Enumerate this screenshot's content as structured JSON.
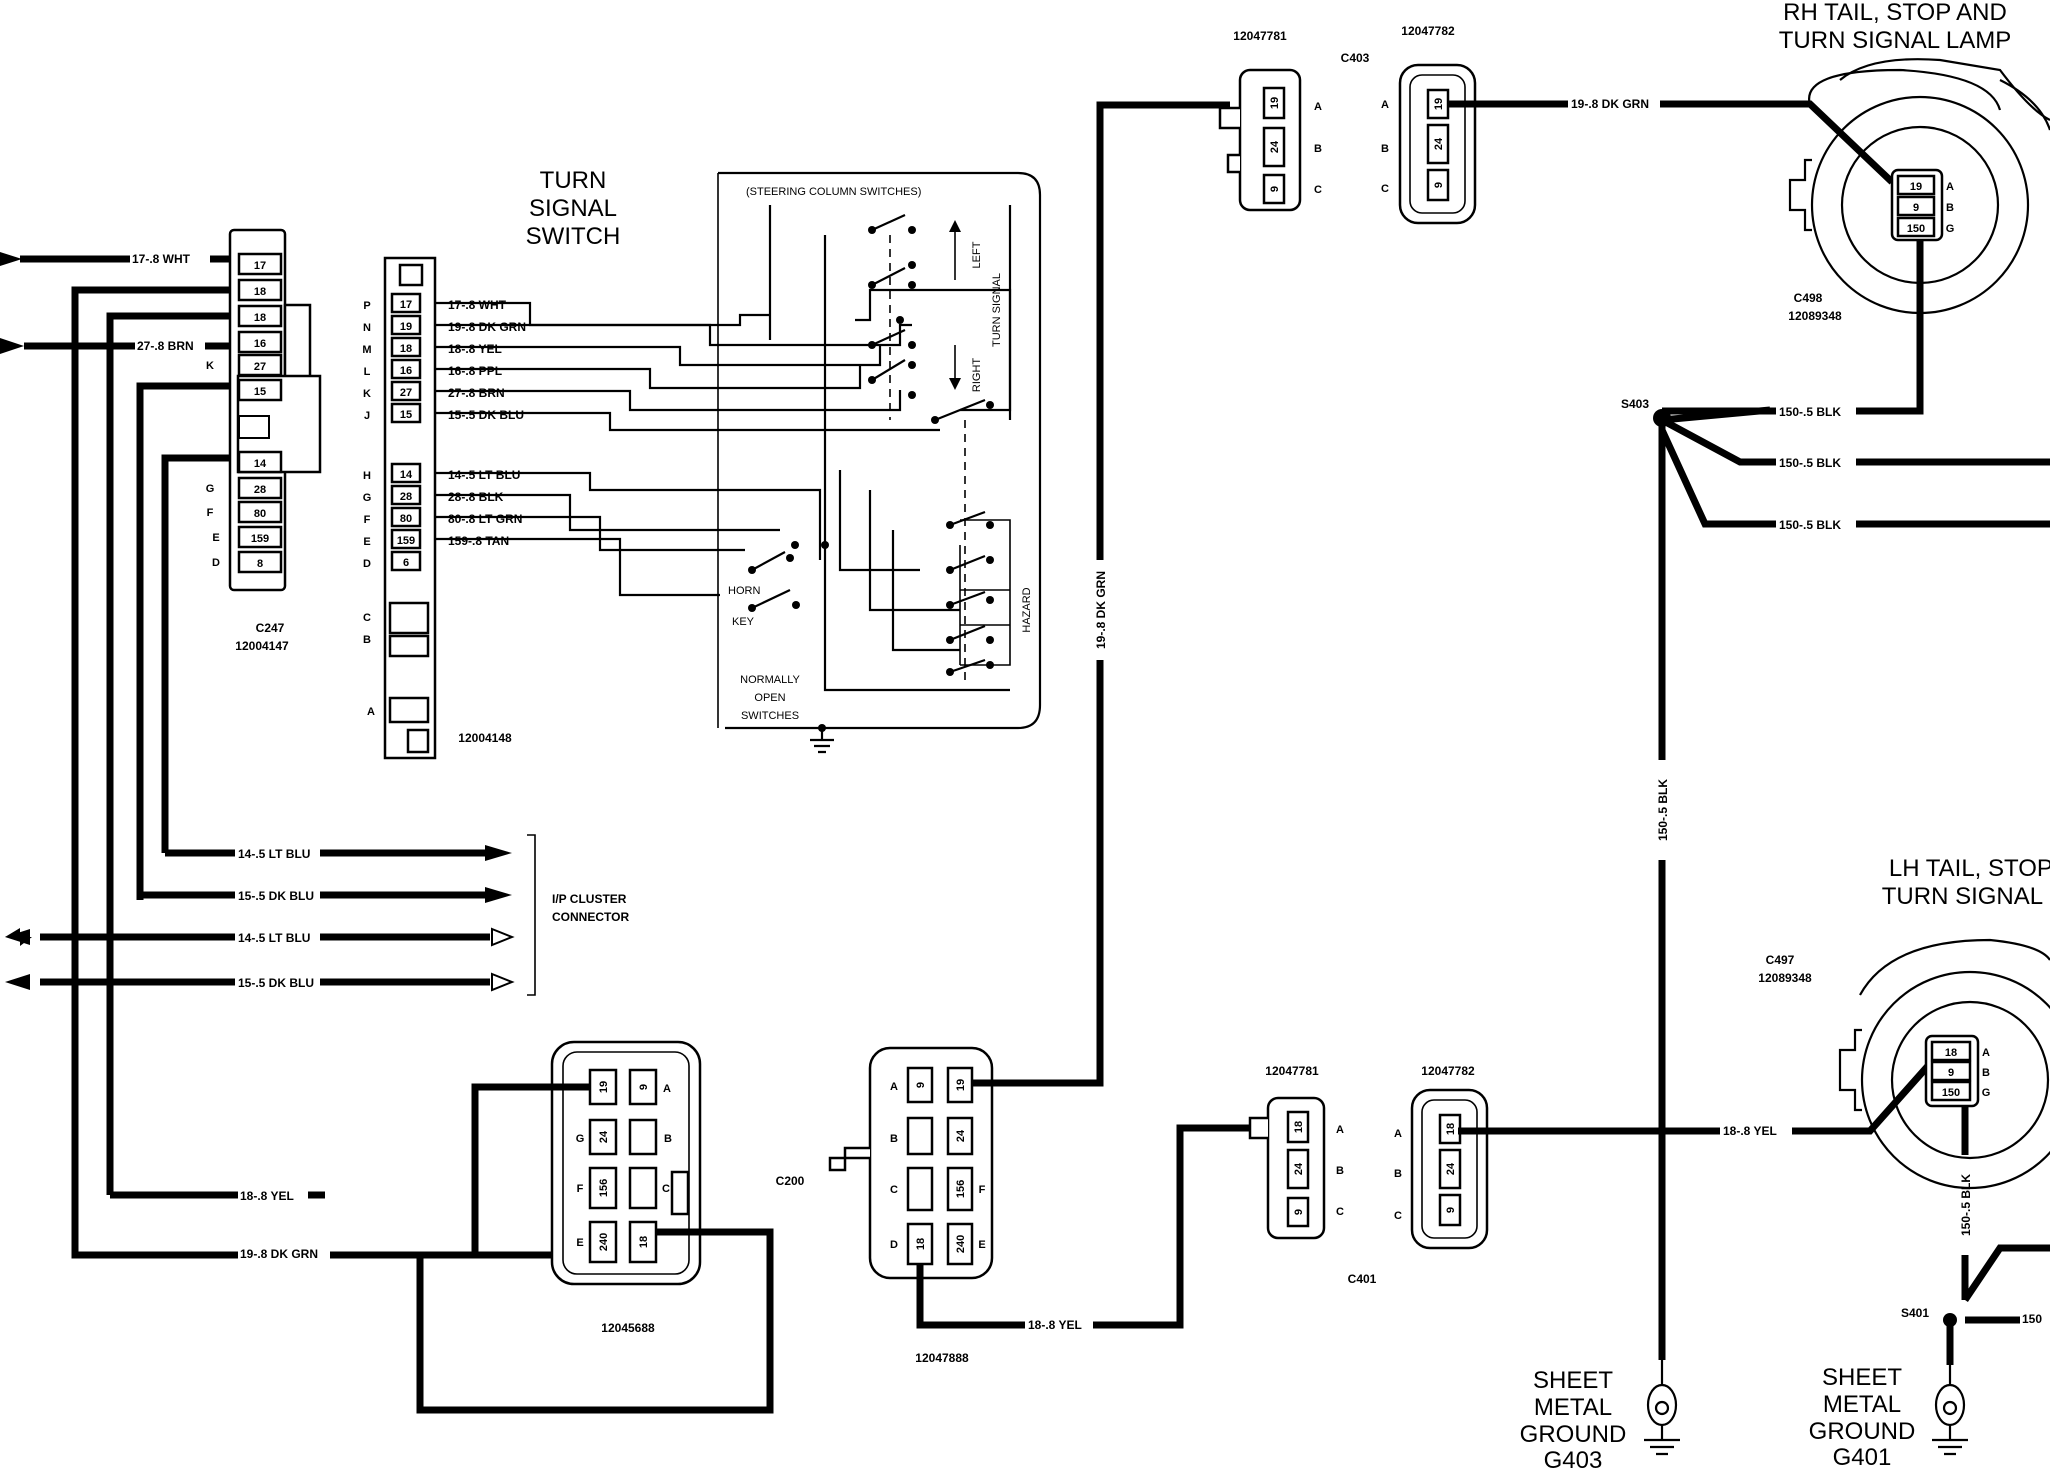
{
  "titles": {
    "turn_signal_switch": [
      "TURN",
      "SIGNAL",
      "SWITCH"
    ],
    "rh_lamp": [
      "RH TAIL, STOP AND",
      "TURN SIGNAL LAMP"
    ],
    "lh_lamp": [
      "LH TAIL, STOP AN",
      "TURN SIGNAL LAM"
    ],
    "steering_column": "(STEERING COLUMN SWITCHES)",
    "left": "LEFT",
    "right": "RIGHT",
    "turn_signal": "TURN SIGNAL",
    "hazard": "HAZARD",
    "horn": "HORN",
    "key": "KEY",
    "normally_open": [
      "NORMALLY",
      "OPEN",
      "SWITCHES"
    ],
    "ip_cluster": [
      "I/P CLUSTER",
      "CONNECTOR"
    ],
    "ground_g403": [
      "SHEET",
      "METAL",
      "GROUND",
      "G403"
    ],
    "ground_g401": [
      "SHEET",
      "METAL",
      "GROUND",
      "G401"
    ]
  },
  "connectors": {
    "c247": {
      "name": "C247",
      "part": "12004147",
      "pins": [
        "17",
        "18",
        "18",
        "16",
        "27",
        "15",
        "14",
        "28",
        "80",
        "159",
        "8"
      ],
      "letters": [
        "",
        "",
        "",
        "",
        "K",
        "",
        "",
        "G",
        "F",
        "E",
        "D"
      ]
    },
    "c246_part": "12004148",
    "switch_pins": [
      {
        "letter": "P",
        "num": "17",
        "wire": "17-.8 WHT"
      },
      {
        "letter": "N",
        "num": "19",
        "wire": "19-.8 DK GRN"
      },
      {
        "letter": "M",
        "num": "18",
        "wire": "18-.8 YEL"
      },
      {
        "letter": "L",
        "num": "16",
        "wire": "16-.8 PPL"
      },
      {
        "letter": "K",
        "num": "27",
        "wire": "27-.8 BRN"
      },
      {
        "letter": "J",
        "num": "15",
        "wire": "15-.5 DK BLU"
      },
      {
        "letter": "H",
        "num": "14",
        "wire": "14-.5 LT BLU"
      },
      {
        "letter": "G",
        "num": "28",
        "wire": "28-.8 BLK"
      },
      {
        "letter": "F",
        "num": "80",
        "wire": "80-.8 LT GRN"
      },
      {
        "letter": "E",
        "num": "159",
        "wire": "159-.8 TAN"
      },
      {
        "letter": "D",
        "num": "6",
        "wire": ""
      }
    ],
    "switch_extra_letters": [
      "C",
      "B",
      "A"
    ],
    "c403": {
      "name": "C403",
      "part_left": "12047781",
      "part_right": "12047782",
      "pins": [
        "19",
        "24",
        "9"
      ],
      "letters": [
        "A",
        "B",
        "C"
      ]
    },
    "c401": {
      "name": "C401",
      "part_left": "12047781",
      "part_right": "12047782",
      "pins": [
        "18",
        "24",
        "9"
      ],
      "letters": [
        "A",
        "B",
        "C"
      ]
    },
    "c498": {
      "name": "C498",
      "part": "12089348",
      "pins": [
        "19",
        "9",
        "150"
      ],
      "letters": [
        "A",
        "B",
        "G"
      ]
    },
    "c497": {
      "name": "C497",
      "part": "12089348",
      "pins": [
        "18",
        "9",
        "150"
      ],
      "letters": [
        "A",
        "B",
        "G"
      ]
    },
    "c200": {
      "name": "C200",
      "part_left": "12045688",
      "part_right": "12047888",
      "left_pins": [
        "19",
        "9",
        "24",
        "156",
        "240",
        "18"
      ],
      "left_letters": [
        "A",
        "G",
        "B",
        "F",
        "C",
        "E"
      ],
      "right_pins": [
        "9",
        "19",
        "24",
        "156",
        "240",
        "18"
      ],
      "right_letters": [
        "A",
        "B",
        "C",
        "D",
        "E",
        "F"
      ]
    }
  },
  "wires": {
    "w17": "17-.8 WHT",
    "w27": "27-.8 BRN",
    "ltblu1": "14-.5 LT BLU",
    "dkblu1": "15-.5 DK BLU",
    "ltblu2": "14-.5 LT BLU",
    "dkblu2": "15-.5 DK BLU",
    "yel_left": "18-.8 YEL",
    "grn_left": "19-.8 DK GRN",
    "yel_bottom": "18-.8 YEL",
    "grn_vertical": "19-.8 DK GRN",
    "grn_top": "19-.8 DK GRN",
    "blk_vertical": "150-.5 BLK",
    "blk1": "150-.5 BLK",
    "blk2": "150-.5 BLK",
    "blk3": "150-.5 BLK",
    "yel_right": "18-.8 YEL",
    "blk_lh": "150-.5 BLK",
    "blk_s401": "150"
  },
  "splices": {
    "s403": "S403",
    "s401": "S401"
  }
}
